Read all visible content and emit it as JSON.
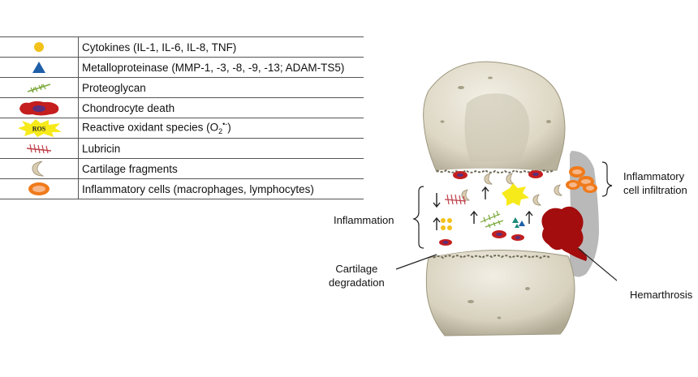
{
  "legend": [
    {
      "icon": "cytokine-dot-icon",
      "label": "Cytokines (IL-1, IL-6, IL-8, TNF)"
    },
    {
      "icon": "metalloproteinase-triangle-icon",
      "label": "Metalloproteinase (MMP-1, -3, -8, -9, -13; ADAM-TS5)"
    },
    {
      "icon": "proteoglycan-icon",
      "label": "Proteoglycan"
    },
    {
      "icon": "chondrocyte-death-icon",
      "label": "Chondrocyte death"
    },
    {
      "icon": "ros-burst-icon",
      "ros_text": "ROS",
      "label_prefix": "Reactive oxidant species (O",
      "label_sub": "2",
      "label_sup": "•-",
      "label_suffix": ")"
    },
    {
      "icon": "lubricin-icon",
      "label": "Lubricin"
    },
    {
      "icon": "cartilage-fragment-icon",
      "label": "Cartilage fragments"
    },
    {
      "icon": "inflammatory-cell-icon",
      "label": "Inflammatory cells (macrophages, lymphocytes)"
    }
  ],
  "annotations": {
    "inflammatory_infiltration": [
      "Inflammatory",
      "cell infiltration"
    ],
    "inflammation": "Inflammation",
    "cartilage_degradation": [
      "Cartilage",
      "degradation"
    ],
    "hemarthrosis": "Hemarthrosis"
  },
  "colors": {
    "cytokine": "#f2c21b",
    "metalloproteinase": "#1f5fa8",
    "proteoglycan": "#7aa83a",
    "chondrocyte": "#c41e1e",
    "ros": "#f7ea1a",
    "lubricin": "#c0404a",
    "cartilage_fragment": "#d9ccb0",
    "inflammatory_cell": "#f07a1a",
    "blood": "#a30d0d",
    "bone": "#e7e2d2"
  }
}
